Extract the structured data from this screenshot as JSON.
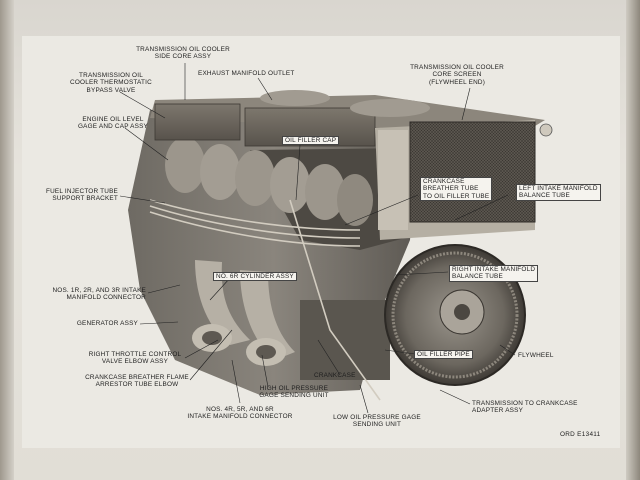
{
  "figure": {
    "id": "ORD E13411",
    "labels": {
      "trans_side_core": "TRANSMISSION OIL COOLER\nSIDE CORE ASSY",
      "exhaust_outlet": "EXHAUST MANIFOLD OUTLET",
      "trans_core_screen": "TRANSMISSION OIL COOLER\nCORE SCREEN\n(FLYWHEEL END)",
      "trans_bypass_valve": "TRANSMISSION OIL\nCOOLER THERMOSTATIC\nBYPASS VALVE",
      "oil_level_gage": "ENGINE OIL LEVEL\nGAGE AND CAP ASSY",
      "oil_filler_cap": "OIL FILLER CAP",
      "fuel_injector_tube": "FUEL INJECTOR TUBE\nSUPPORT BRACKET",
      "crankcase_breather": "CRANKCASE\nBREATHER TUBE\nTO OIL FILLER TUBE",
      "left_intake_balance": "LEFT INTAKE MANIFOLD\nBALANCE TUBE",
      "no_6r_cylinder": "NO. 6R CYLINDER ASSY",
      "right_intake_balance": "RIGHT INTAKE MANIFOLD\nBALANCE TUBE",
      "intake_connector_123": "NOS. 1R, 2R, AND 3R INTAKE\nMANIFOLD CONNECTOR",
      "generator_assy": "GENERATOR ASSY",
      "oil_filler_pipe": "OIL FILLER PIPE",
      "flywheel": "FLYWHEEL",
      "throttle_elbow": "RIGHT THROTTLE CONTROL\nVALVE ELBOW ASSY",
      "crankcase_label": "CRANKCASE",
      "flame_arrestor": "CRANKCASE BREATHER FLAME\nARRESTOR TUBE ELBOW",
      "high_oil_pressure": "HIGH OIL PRESSURE\nGAGE SENDING UNIT",
      "trans_adapter": "TRANSMISSION TO CRANKCASE\nADAPTER ASSY",
      "intake_connector_456": "NOS. 4R, 5R, AND 6R\nINTAKE MANIFOLD CONNECTOR",
      "low_oil_pressure": "LOW OIL PRESSURE GAGE\nSENDING UNIT"
    }
  }
}
